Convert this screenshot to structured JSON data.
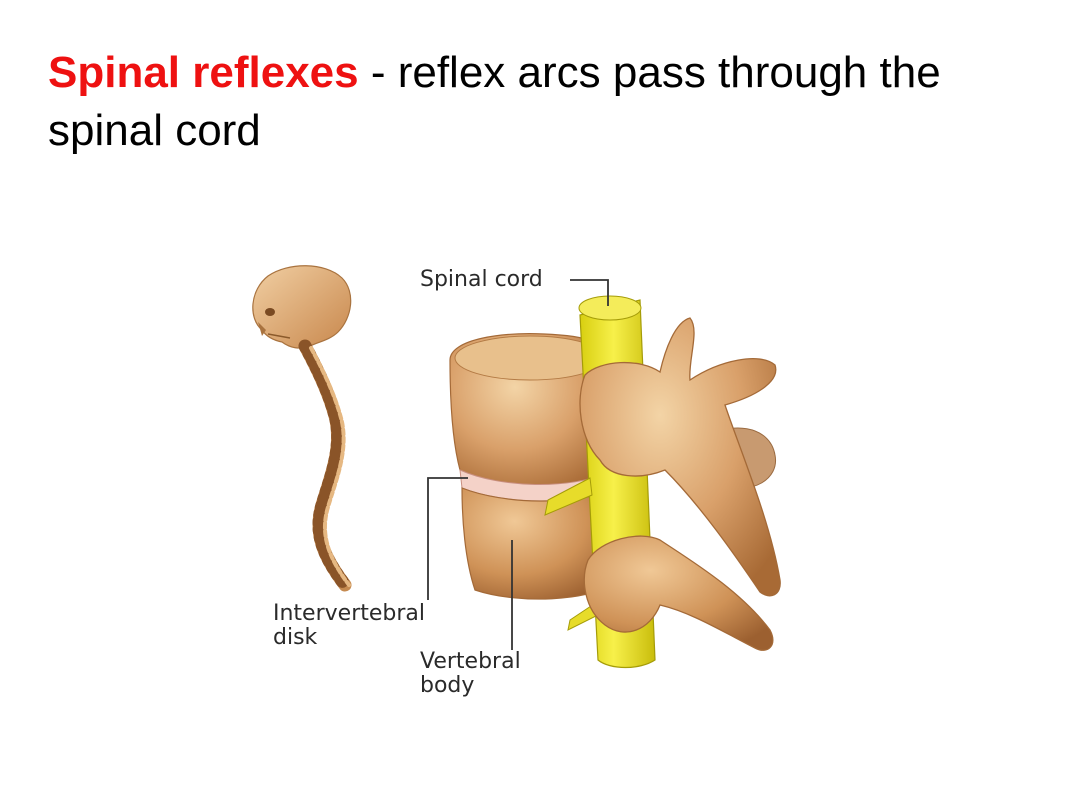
{
  "title": {
    "highlight": "Spinal reflexes",
    "rest": " - reflex arcs pass through the spinal cord"
  },
  "labels": {
    "spinal_cord": "Spinal cord",
    "intervertebral_line1": "Intervertebral",
    "intervertebral_line2": "disk",
    "vertebral_line1": "Vertebral",
    "vertebral_line2": "body"
  },
  "colors": {
    "title_highlight": "#ee1111",
    "bone": "#d9a06a",
    "bone_dark": "#b57a45",
    "bone_light": "#f0cf9f",
    "spinal_cord": "#f2e82a",
    "disk": "#f4d2c8"
  }
}
